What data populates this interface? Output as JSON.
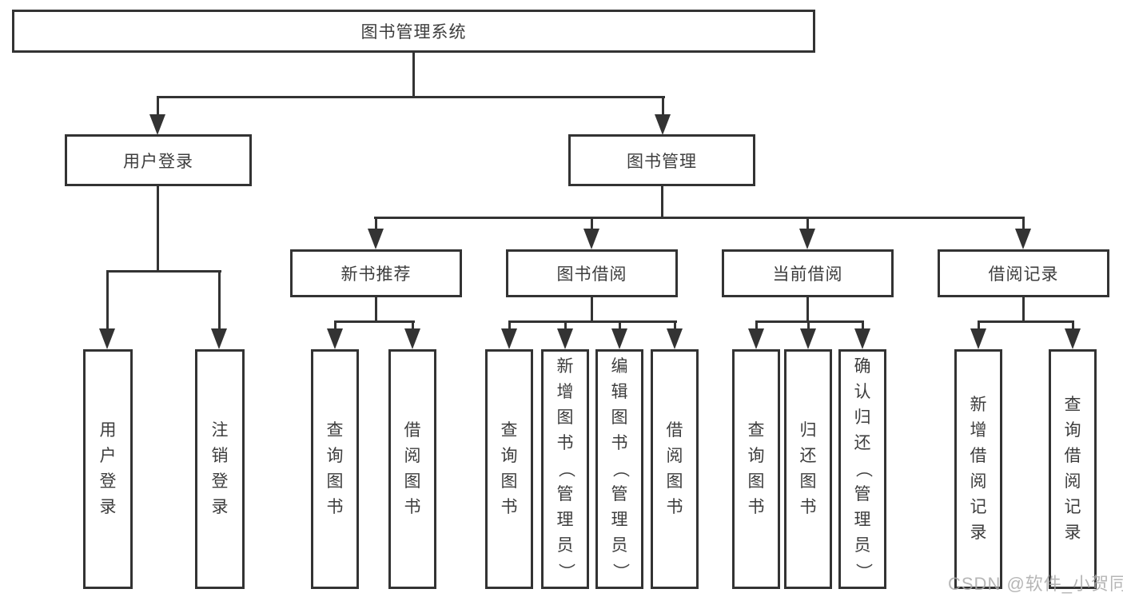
{
  "tree": {
    "root": {
      "label": "图书管理系统"
    },
    "branches": [
      {
        "label": "用户登录",
        "children": [
          {
            "label": "用户登录"
          },
          {
            "label": "注销登录"
          }
        ]
      },
      {
        "label": "图书管理",
        "children": [
          {
            "label": "新书推荐",
            "children": [
              {
                "label": "查询图书"
              },
              {
                "label": "借阅图书"
              }
            ]
          },
          {
            "label": "图书借阅",
            "children": [
              {
                "label": "查询图书"
              },
              {
                "label": "新增图书（管理员）"
              },
              {
                "label": "编辑图书（管理员）"
              },
              {
                "label": "借阅图书"
              }
            ]
          },
          {
            "label": "当前借阅",
            "children": [
              {
                "label": "查询图书"
              },
              {
                "label": "归还图书"
              },
              {
                "label": "确认归还（管理员）"
              }
            ]
          },
          {
            "label": "借阅记录",
            "children": [
              {
                "label": "新增借阅记录"
              },
              {
                "label": "查询借阅记录"
              }
            ]
          }
        ]
      }
    ]
  },
  "watermark": "CSDN @软件_小贺同学",
  "colors": {
    "line": "#333333",
    "text": "#3d3d3d",
    "box_background": "#ffffff",
    "page_background": "#ffffff",
    "watermark": "#aaaaaa"
  }
}
